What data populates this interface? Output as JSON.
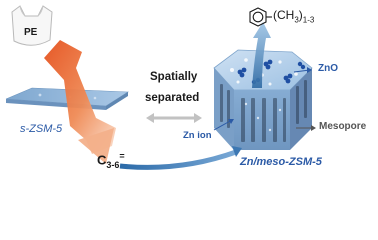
{
  "labels": {
    "bag": "PE",
    "zeolite_left": "s-ZSM-5",
    "spatially_line1": "Spatially",
    "spatially_line2": "separated",
    "zn_ion": "Zn ion",
    "c36_main": "C",
    "c36_sub": "3-6",
    "c36_sup": "=",
    "product_formula": "(CH",
    "product_sub3": "3",
    "product_close": ")",
    "product_sub13": "1-3",
    "zno": "ZnO",
    "mesopore": "Mesopore",
    "zeolite_right": "Zn/meso-ZSM-5"
  },
  "colors": {
    "text_dark": "#1a1a1a",
    "label_blue": "#2b5aa6",
    "arrow_orange": "#e8622a",
    "arrow_orange_light": "#f6c7a8",
    "arrow_blue": "#4f86b8",
    "crystal_blue": "#9cc0e2",
    "double_arrow": "#c2c2c2"
  }
}
